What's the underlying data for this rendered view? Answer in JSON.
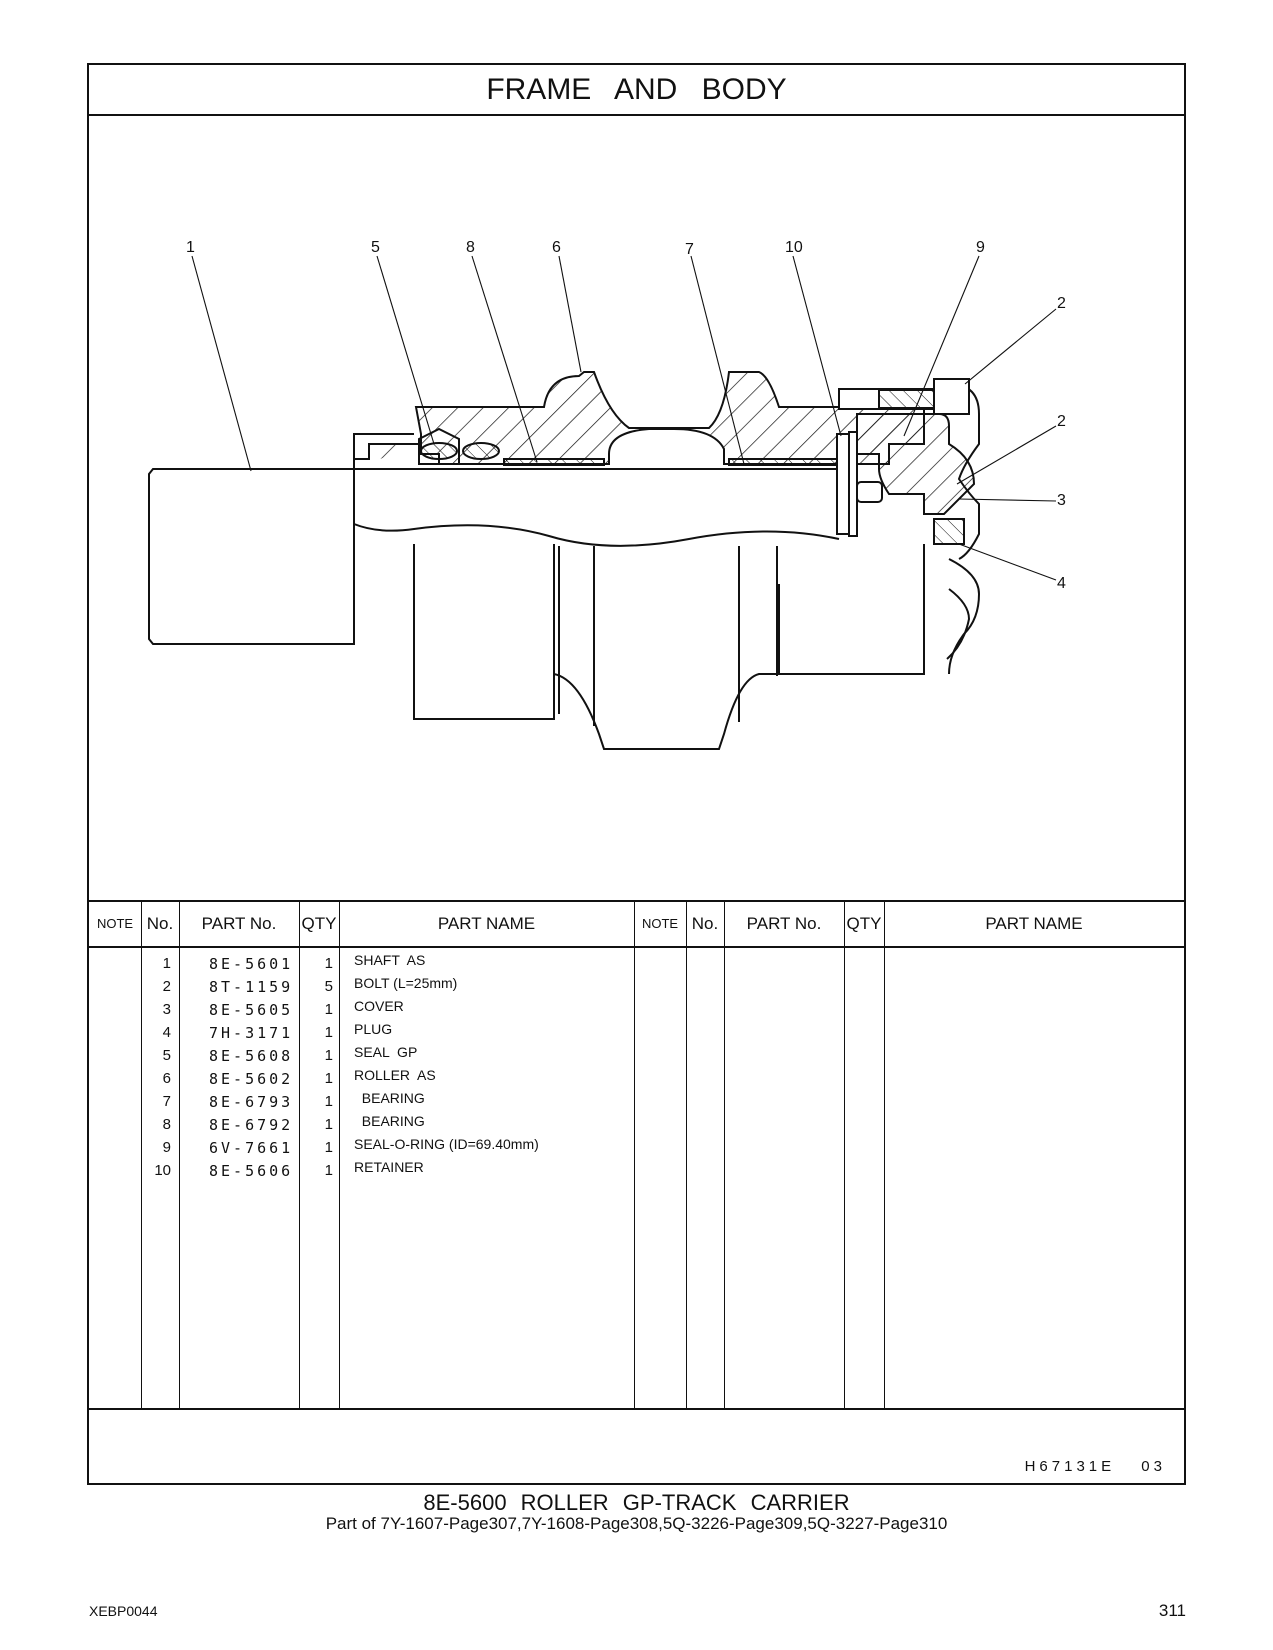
{
  "header": {
    "title": "FRAME AND BODY"
  },
  "callouts": [
    "1",
    "5",
    "8",
    "6",
    "7",
    "10",
    "9",
    "2",
    "2",
    "3",
    "4"
  ],
  "table": {
    "headers": {
      "note": "NOTE",
      "no": "No.",
      "part_no": "PART No.",
      "qty": "QTY",
      "part_name": "PART NAME"
    },
    "rows": [
      {
        "no": "1",
        "part_no": "8E-5601",
        "qty": "1",
        "name": "SHAFT  AS"
      },
      {
        "no": "2",
        "part_no": "8T-1159",
        "qty": "5",
        "name": "BOLT (L=25mm)"
      },
      {
        "no": "3",
        "part_no": "8E-5605",
        "qty": "1",
        "name": "COVER"
      },
      {
        "no": "4",
        "part_no": "7H-3171",
        "qty": "1",
        "name": "PLUG"
      },
      {
        "no": "5",
        "part_no": "8E-5608",
        "qty": "1",
        "name": "SEAL  GP"
      },
      {
        "no": "6",
        "part_no": "8E-5602",
        "qty": "1",
        "name": "ROLLER  AS"
      },
      {
        "no": "7",
        "part_no": "8E-6793",
        "qty": "1",
        "name": "  BEARING"
      },
      {
        "no": "8",
        "part_no": "8E-6792",
        "qty": "1",
        "name": "  BEARING"
      },
      {
        "no": "9",
        "part_no": "6V-7661",
        "qty": "1",
        "name": "SEAL-O-RING (ID=69.40mm)"
      },
      {
        "no": "10",
        "part_no": "8E-5606",
        "qty": "1",
        "name": "RETAINER"
      }
    ]
  },
  "footer": {
    "illustration_code": "H67131E 03",
    "assembly_title": "8E-5600 ROLLER GP-TRACK CARRIER",
    "assembly_subtitle": "Part of 7Y-1607-Page307,7Y-1608-Page308,5Q-3226-Page309,5Q-3227-Page310",
    "doc_number": "XEBP0044",
    "page_number": "311"
  }
}
